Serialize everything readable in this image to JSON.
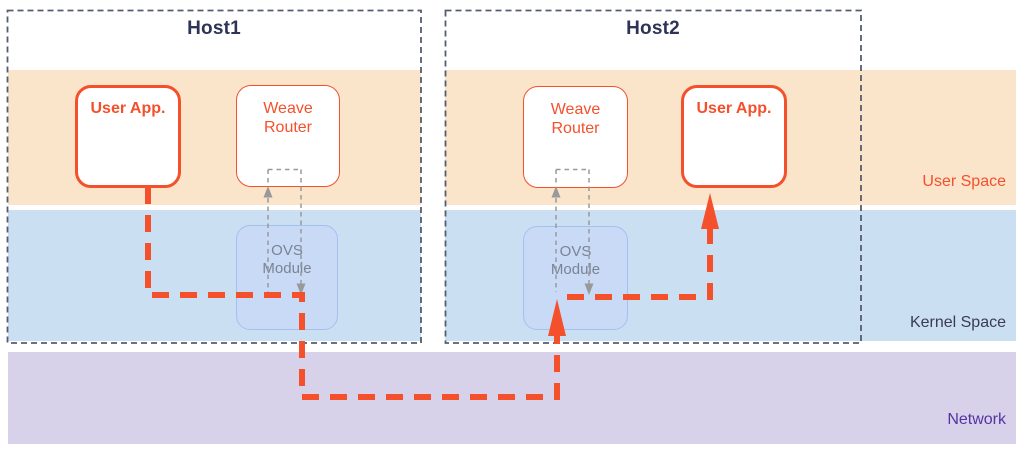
{
  "hosts": [
    {
      "title": "Host1",
      "user_app_label": "User App.",
      "weave_router_label": "Weave Router",
      "ovs_module_label": "OVS Module"
    },
    {
      "title": "Host2",
      "user_app_label": "User App.",
      "weave_router_label": "Weave Router",
      "ovs_module_label": "OVS Module"
    }
  ],
  "layers": {
    "user_space": "User Space",
    "kernel_space": "Kernel Space",
    "network": "Network"
  },
  "colors": {
    "accent_red": "#F4502C",
    "user_space_band": "#FAE4CA",
    "kernel_space_band": "#CBDFF2",
    "network_band": "#D8D1EA",
    "ovs_fill": "#C8DAF6",
    "ovs_border": "#A6C0EE",
    "ovs_text": "#7A8494",
    "host_border": "#555D70",
    "host_title_text": "#2E3457",
    "kernel_label_text": "#3B3B52",
    "network_label_text": "#5434A2",
    "gray_arrow": "#999999"
  }
}
